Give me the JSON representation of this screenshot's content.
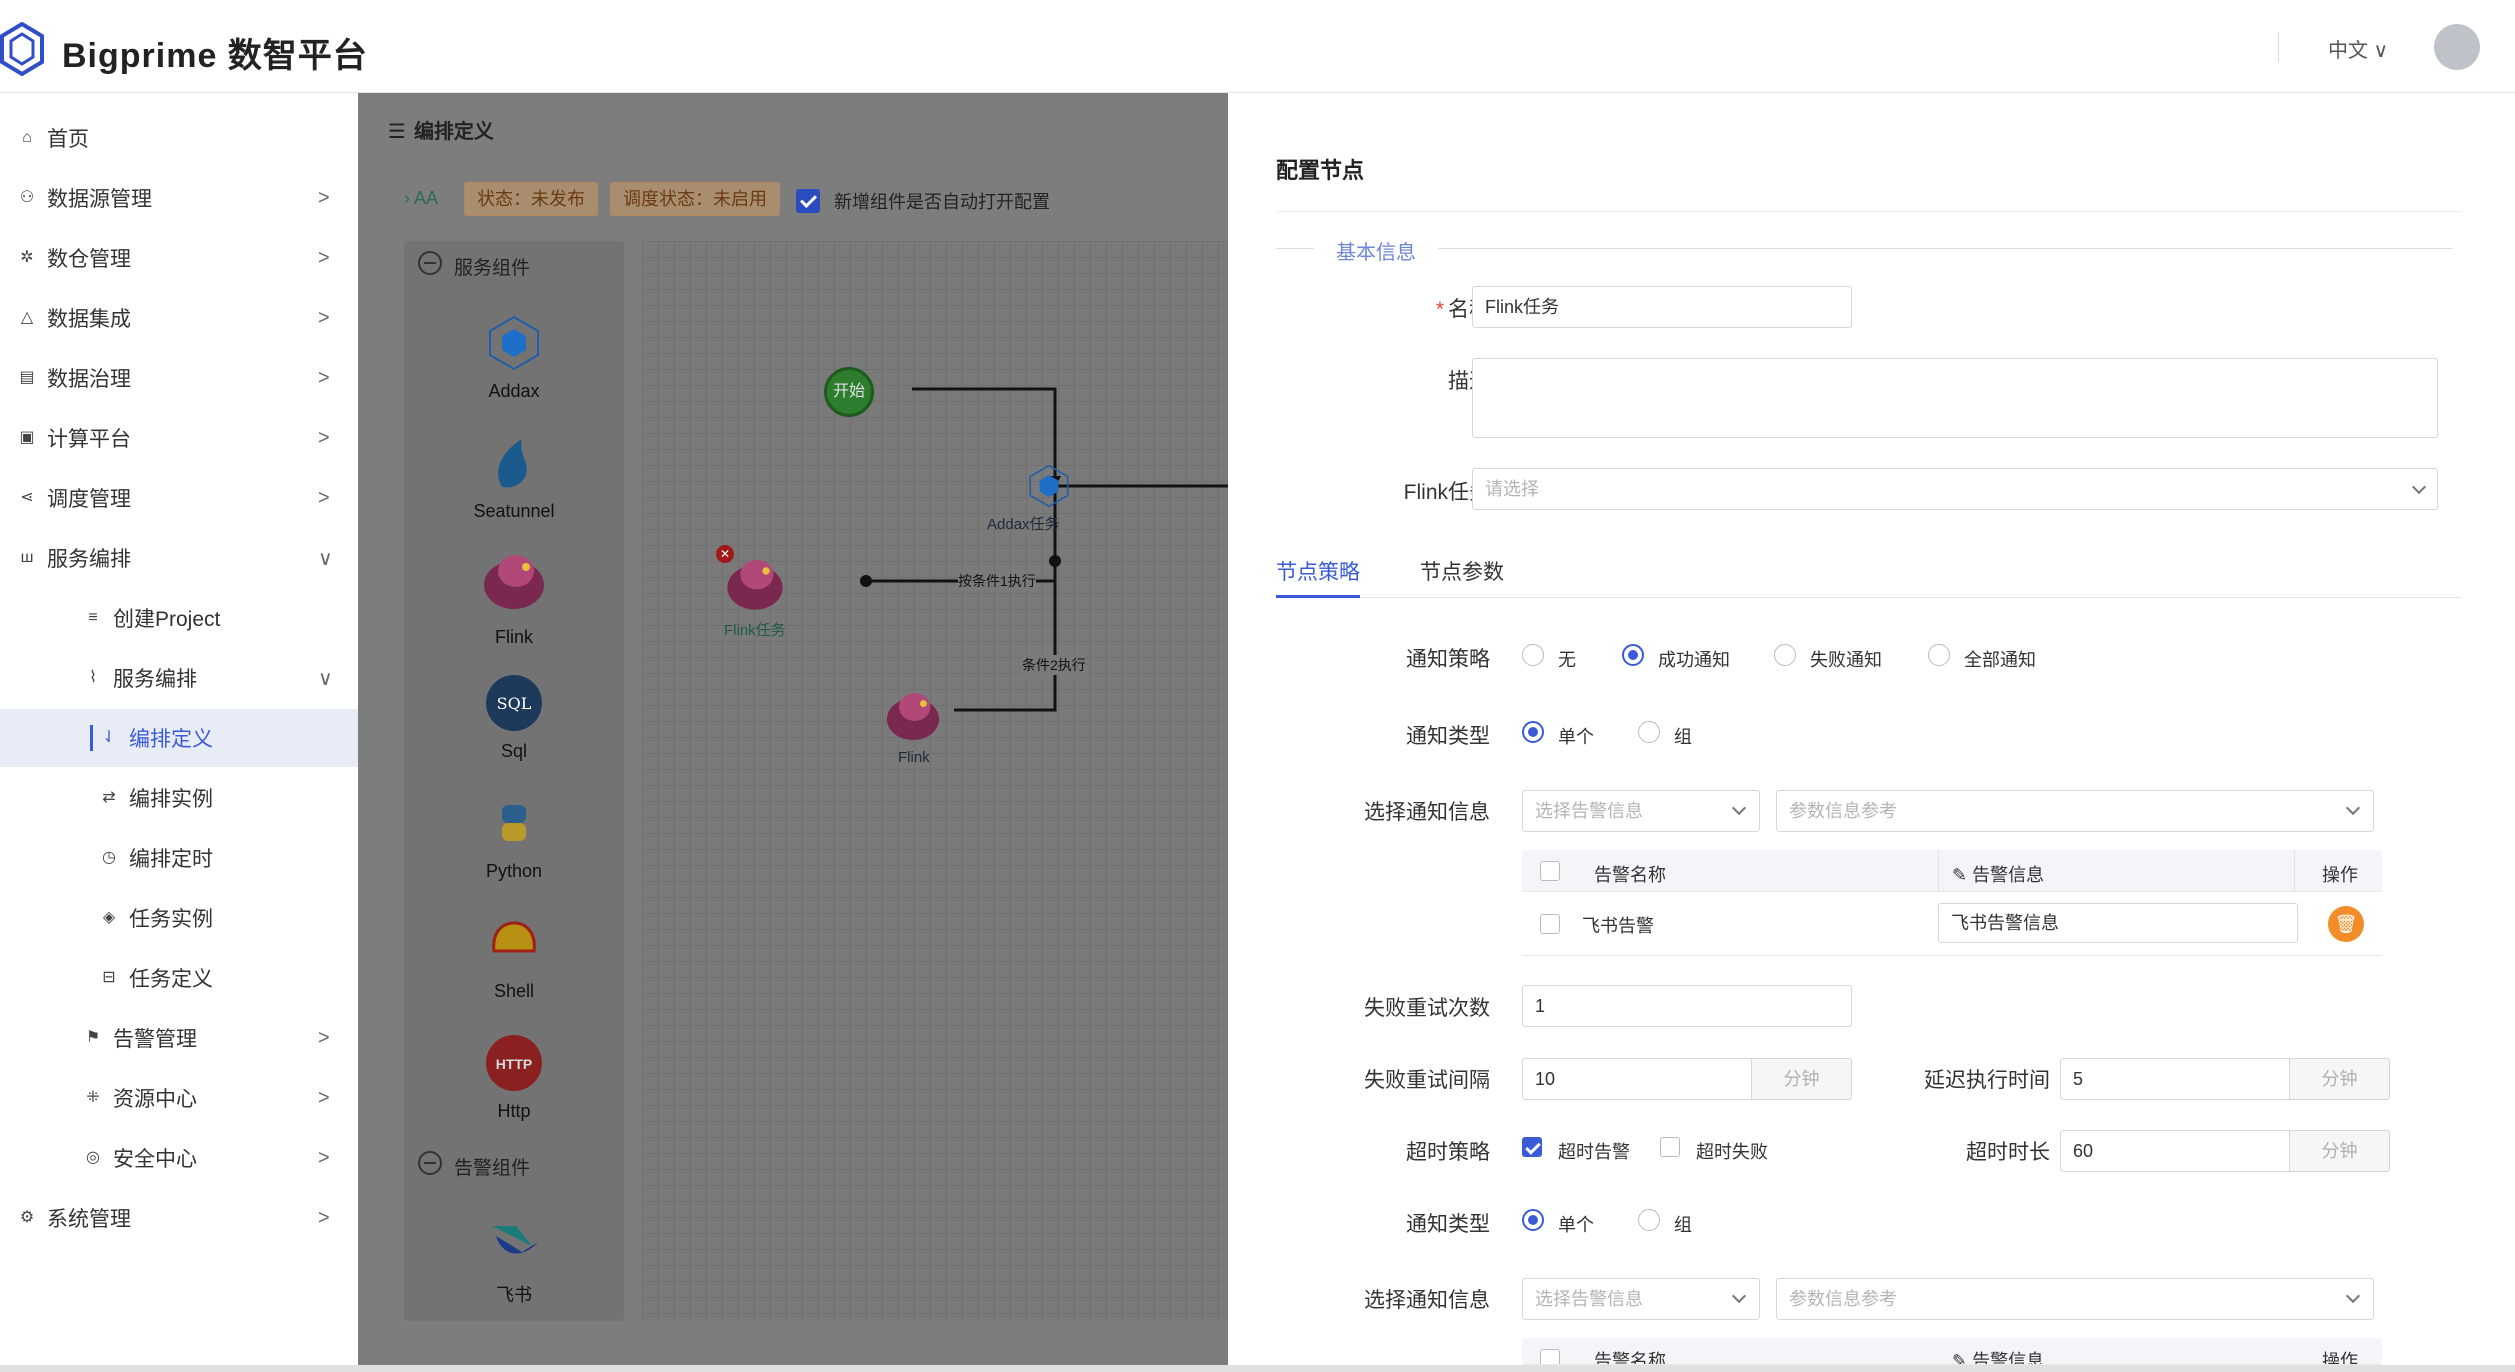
{
  "header": {
    "title": "Bigprime 数智平台",
    "language": "中文 ∨"
  },
  "sidebar": {
    "items": [
      {
        "label": "首页",
        "icon": "home-icon"
      },
      {
        "label": "数据源管理",
        "icon": "datasource-icon"
      },
      {
        "label": "数仓管理",
        "icon": "warehouse-icon"
      },
      {
        "label": "数据集成",
        "icon": "integration-icon"
      },
      {
        "label": "数据治理",
        "icon": "governance-icon"
      },
      {
        "label": "计算平台",
        "icon": "compute-icon"
      },
      {
        "label": "调度管理",
        "icon": "schedule-icon"
      },
      {
        "label": "服务编排",
        "icon": "orchestration-icon"
      }
    ],
    "sub_items": [
      {
        "label": "创建Project"
      },
      {
        "label": "服务编排"
      },
      {
        "label": "编排定义"
      },
      {
        "label": "编排实例"
      },
      {
        "label": "编排定时"
      },
      {
        "label": "任务实例"
      },
      {
        "label": "任务定义"
      },
      {
        "label": "告警管理"
      },
      {
        "label": "资源中心"
      },
      {
        "label": "安全中心"
      }
    ],
    "bottom_item": {
      "label": "系统管理"
    },
    "chevron": ">",
    "chevron_down": "∨"
  },
  "main": {
    "title": "编排定义",
    "project": "AA",
    "status_tag": "状态：未发布",
    "schedule_tag": "调度状态：未启用",
    "auto_open_label": "新增组件是否自动打开配置",
    "service_group": "服务组件",
    "alert_group": "告警组件",
    "components": [
      "Addax",
      "Seatunnel",
      "Flink",
      "Sql",
      "Python",
      "Shell",
      "Http",
      "飞书"
    ],
    "flow": {
      "start": "开始",
      "addax_node": "Addax任务",
      "flink_task": "Flink任务",
      "flink": "Flink",
      "cond1": "按条件1执行",
      "cond2": "条件2执行"
    }
  },
  "drawer": {
    "title": "配置节点",
    "section_basic": "基本信息",
    "name_label": "名称",
    "name_value": "Flink任务",
    "desc_label": "描述",
    "flink_label": "Flink任务",
    "flink_placeholder": "请选择",
    "tabs": [
      "节点策略",
      "节点参数"
    ],
    "notify_policy_label": "通知策略",
    "notify_policy_options": [
      "无",
      "成功通知",
      "失败通知",
      "全部通知"
    ],
    "notify_type_label": "通知类型",
    "notify_type_options": [
      "单个",
      "组"
    ],
    "notify_info_label": "选择通知信息",
    "alert_select_placeholder": "选择告警信息",
    "param_ref_placeholder": "参数信息参考",
    "table_headers": [
      "告警名称",
      "告警信息",
      "操作"
    ],
    "table_rows": [
      {
        "name": "飞书告警",
        "info": "飞书告警信息"
      }
    ],
    "retry_count_label": "失败重试次数",
    "retry_count_value": "1",
    "retry_interval_label": "失败重试间隔",
    "retry_interval_value": "10",
    "unit_minute": "分钟",
    "delay_label": "延迟执行时间",
    "delay_value": "5",
    "timeout_policy_label": "超时策略",
    "timeout_alert": "超时告警",
    "timeout_fail": "超时失败",
    "timeout_duration_label": "超时时长",
    "timeout_duration_value": "60",
    "notify_type2_label": "通知类型",
    "notify_info2_label": "选择通知信息"
  },
  "colors": {
    "accent": "#3a5bd8",
    "delete": "#f28c28",
    "start_node": "#2e9e2e"
  }
}
